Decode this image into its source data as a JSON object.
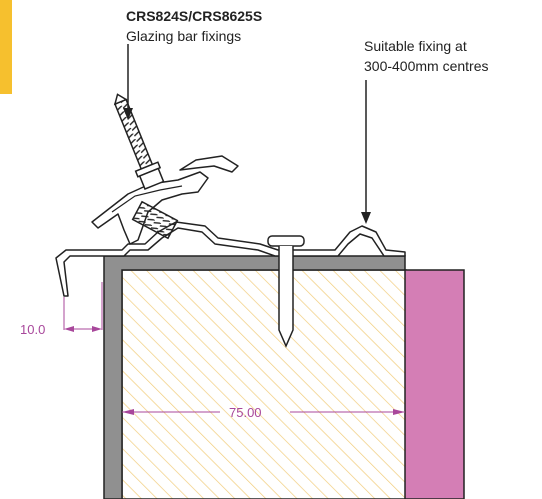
{
  "callout_left": {
    "code": "CRS824S/CRS8625S",
    "description": "Glazing bar fixings"
  },
  "callout_right": {
    "line1": "Suitable fixing at",
    "line2": "300-400mm centres"
  },
  "dimensions": {
    "offset": "10.0",
    "width": "75.00"
  },
  "colors": {
    "accent": "#f6c02e",
    "dimension": "#a8479b",
    "hatch": "#f1cc7a",
    "cladding": "#d47eb5",
    "frame": "#909090"
  }
}
